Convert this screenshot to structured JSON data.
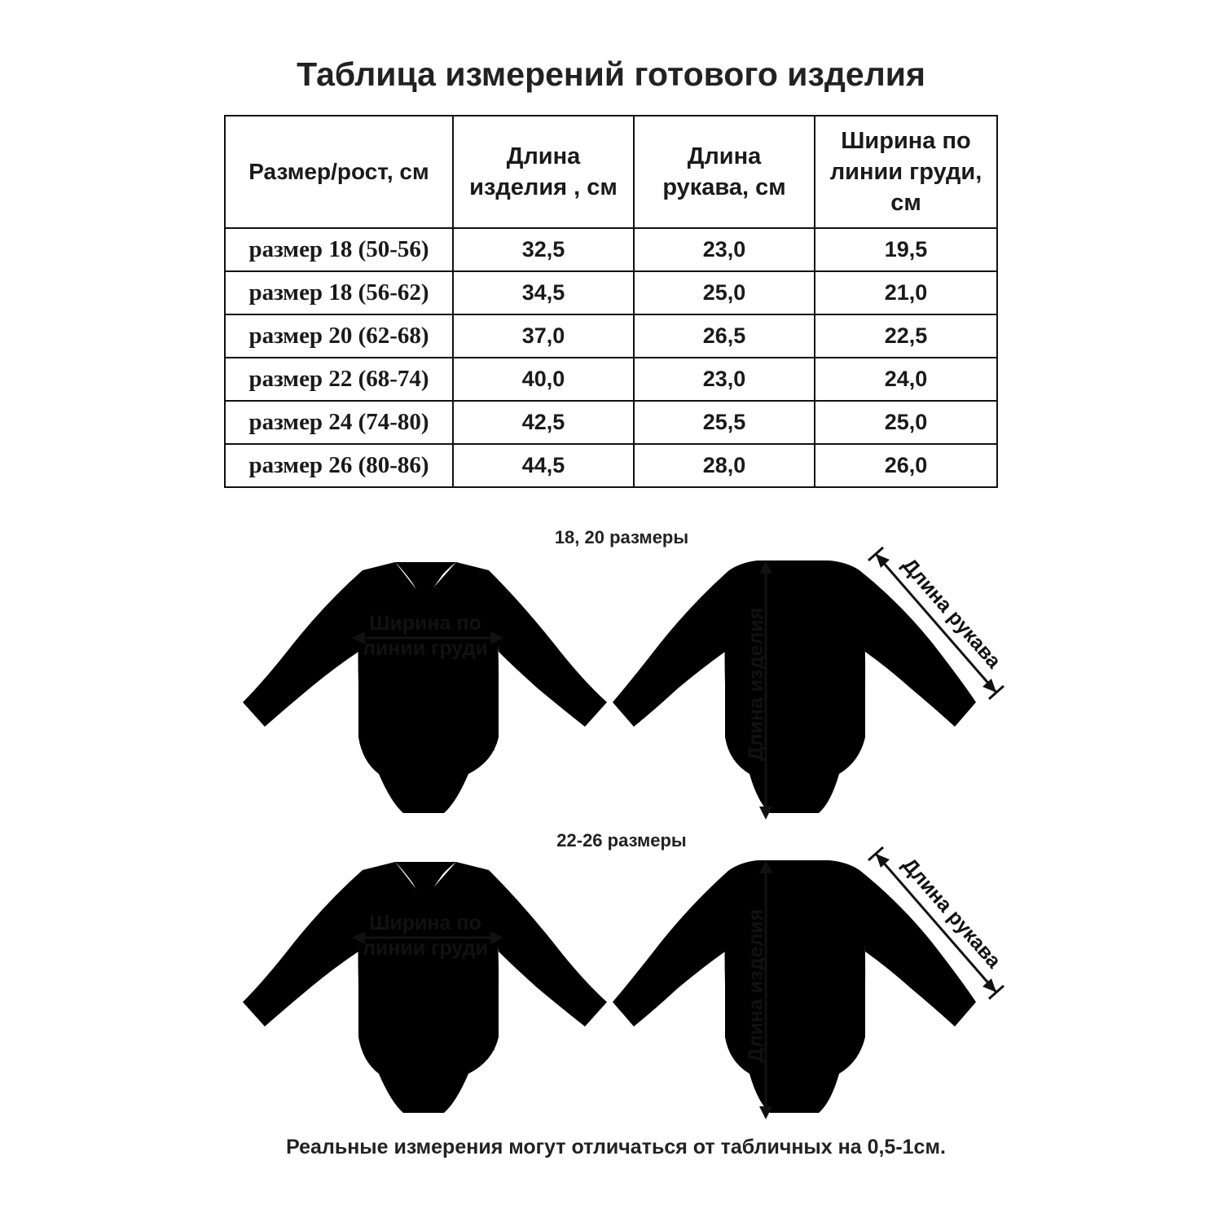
{
  "title": "Таблица измерений готового изделия",
  "table": {
    "headers": [
      "Размер/рост, см",
      "Длина\nизделия , см",
      "Длина\nрукава, см",
      "Ширина по\nлинии груди,\nсм"
    ],
    "rows": [
      [
        "размер 18 (50-56)",
        "32,5",
        "23,0",
        "19,5"
      ],
      [
        "размер 18 (56-62)",
        "34,5",
        "25,0",
        "21,0"
      ],
      [
        "размер 20 (62-68)",
        "37,0",
        "26,5",
        "22,5"
      ],
      [
        "размер 22 (68-74)",
        "40,0",
        "23,0",
        "24,0"
      ],
      [
        "размер 24 (74-80)",
        "42,5",
        "25,5",
        "25,0"
      ],
      [
        "размер 26 (80-86)",
        "44,5",
        "28,0",
        "26,0"
      ]
    ]
  },
  "diagrams": [
    {
      "heading": "18, 20 размеры",
      "chest_label_line1": "Ширина по",
      "chest_label_line2": "линии груди",
      "length_label": "Длина изделия",
      "sleeve_label": "Длина рукава"
    },
    {
      "heading": "22-26 размеры",
      "chest_label_line1": "Ширина по",
      "chest_label_line2": "линии груди",
      "length_label": "Длина изделия",
      "sleeve_label": "Длина рукава"
    }
  ],
  "note": "Реальные измерения могут отличаться от табличных на 0,5-1см."
}
